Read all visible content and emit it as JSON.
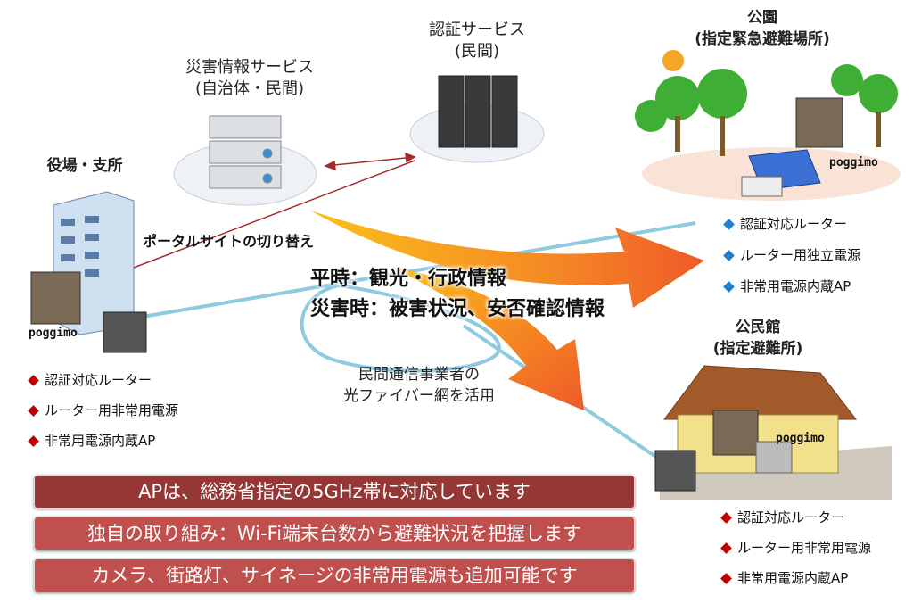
{
  "colors": {
    "red_banner_dark": "#953735",
    "red_banner": "#c0504d",
    "bullet_red": "#c00000",
    "bullet_blue": "#1f7fd0",
    "arrow_orange": "#f0602a",
    "arrow_yellow": "#fbbf1a",
    "fiber_blue": "#8fcbe0"
  },
  "auth_service": {
    "line1": "認証サービス",
    "line2": "(民間)"
  },
  "disaster_service": {
    "line1": "災害情報サービス",
    "line2": "(自治体・民間)"
  },
  "town_hall": {
    "title": "役場・支所",
    "brand": "poggimo",
    "bullets": [
      "認証対応ルーター",
      "ルーター用非常用電源",
      "非常用電源内蔵AP"
    ]
  },
  "portal_switch": "ポータルサイトの切り替え",
  "info": {
    "normal": "平時：観光・行政情報",
    "disaster": "災害時：被害状況、安否確認情報"
  },
  "fiber": {
    "line1": "民間通信事業者の",
    "line2": "光ファイバー網を活用"
  },
  "park": {
    "title": "公園",
    "subtitle": "(指定緊急避難場所)",
    "brand": "poggimo",
    "bullets": [
      "認証対応ルーター",
      "ルーター用独立電源",
      "非常用電源内蔵AP"
    ]
  },
  "hall": {
    "title": "公民館",
    "subtitle": "(指定避難所)",
    "brand": "poggimo",
    "bullets": [
      "認証対応ルーター",
      "ルーター用非常用電源",
      "非常用電源内蔵AP"
    ]
  },
  "banners": [
    "APは、総務省指定の5GHz帯に対応しています",
    "独自の取り組み：Wi-Fi端末台数から避難状況を把握します",
    "カメラ、街路灯、サイネージの非常用電源も追加可能です"
  ]
}
